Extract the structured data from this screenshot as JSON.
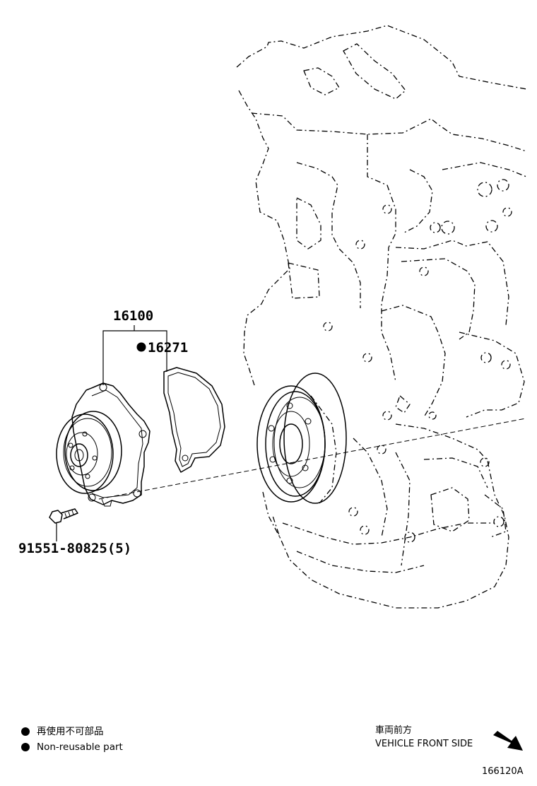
{
  "parts": {
    "water_pump": "16100",
    "gasket": "16271",
    "bolt": "91551-80825(5)"
  },
  "legend": {
    "non_reusable_jp": "再使用不可部品",
    "non_reusable_en": "Non-reusable part"
  },
  "direction": {
    "jp": "車両前方",
    "en": "VEHICLE FRONT SIDE"
  },
  "illustration_id": "166120A"
}
